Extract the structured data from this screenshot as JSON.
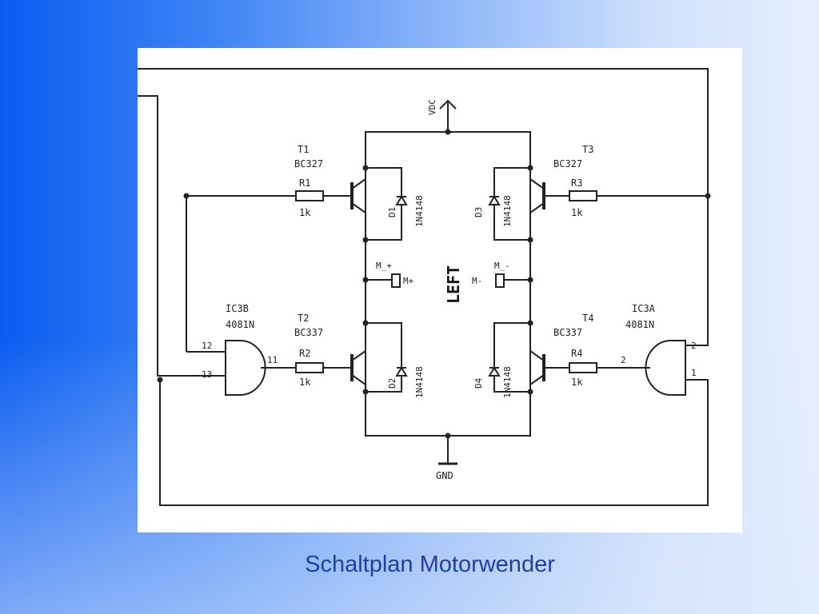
{
  "caption": "Schaltplan Motorwender",
  "schematic": {
    "supply_label": "VDC",
    "ground_label": "GND",
    "direction_label": "LEFT",
    "motor_left_label": "M+",
    "motor_right_label": "M-",
    "motor_left_small": "M_+",
    "motor_right_small": "M_-",
    "transistors": [
      {
        "name": "T1",
        "type": "BC327"
      },
      {
        "name": "T2",
        "type": "BC337"
      },
      {
        "name": "T3",
        "type": "BC327"
      },
      {
        "name": "T4",
        "type": "BC337"
      }
    ],
    "resistors": [
      {
        "name": "R1",
        "value": "1k"
      },
      {
        "name": "R2",
        "value": "1k"
      },
      {
        "name": "R3",
        "value": "1k"
      },
      {
        "name": "R4",
        "value": "1k"
      }
    ],
    "diodes": [
      {
        "name": "D1",
        "type": "1N4148"
      },
      {
        "name": "D2",
        "type": "1N4148"
      },
      {
        "name": "D3",
        "type": "1N4148"
      },
      {
        "name": "D4",
        "type": "1N4148"
      }
    ],
    "gates": [
      {
        "name": "IC3B",
        "type": "4081N",
        "pin_in_a": "12",
        "pin_in_b": "13",
        "pin_out": "11"
      },
      {
        "name": "IC3A",
        "type": "4081N",
        "pin_in_a": "2",
        "pin_in_b": "1",
        "pin_out": "2"
      }
    ]
  }
}
